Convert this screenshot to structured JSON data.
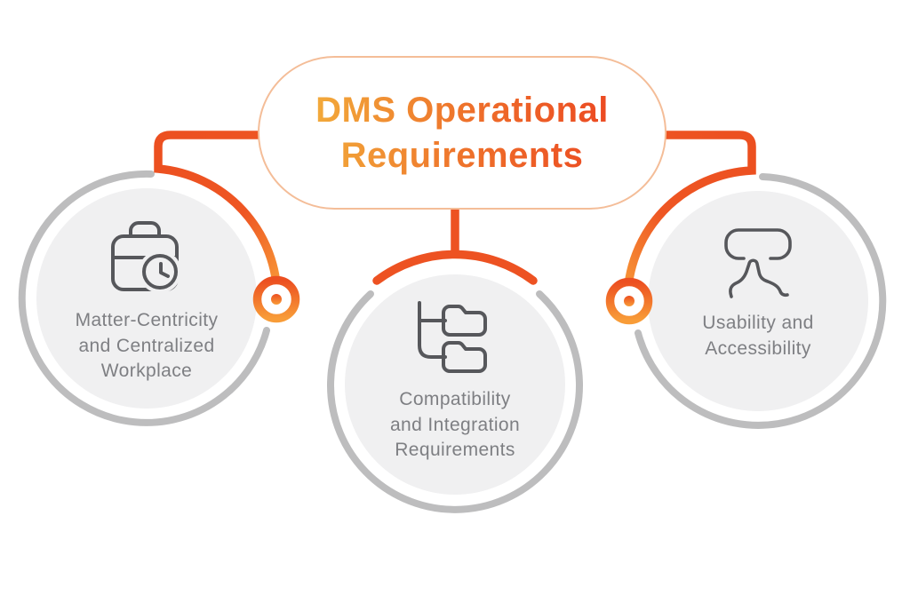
{
  "title": {
    "text": "DMS Operational Requirements",
    "lines": [
      "DMS Operational",
      "Requirements"
    ]
  },
  "nodes": [
    {
      "id": "matter-centricity",
      "icon": "briefcase-clock-icon",
      "label": "Matter-Centricity and Centralized Workplace",
      "lines": [
        "Matter-Centricity",
        "and Centralized",
        "Workplace"
      ]
    },
    {
      "id": "compatibility-integration",
      "icon": "folder-tree-icon",
      "label": "Compatibility and Integration Requirements",
      "lines": [
        "Compatibility",
        "and Integration",
        "Requirements"
      ]
    },
    {
      "id": "usability-accessibility",
      "icon": "touch-tap-icon",
      "label": "Usability and Accessibility",
      "lines": [
        "Usability and",
        "Accessibility"
      ]
    }
  ],
  "colors": {
    "accent_orange": "#ee5624",
    "accent_orange_deep": "#ec4f20",
    "accent_orange_light": "#f89c38",
    "title_gradient_start": "#f2a93a",
    "title_gradient_end": "#ec4a22",
    "title_box_border": "#f4bd98",
    "ring_gray": "#bdbdbe",
    "node_fill": "#f0f0f1",
    "icon_stroke": "#56575b",
    "label_text": "#7e7f83"
  }
}
